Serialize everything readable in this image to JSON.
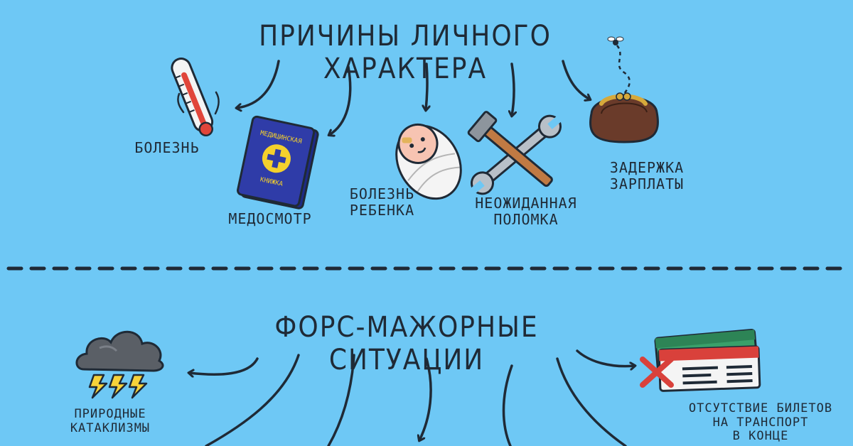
{
  "top": {
    "title": "ПРИЧИНЫ ЛИЧНОГО ХАРАКТЕРА",
    "items": [
      {
        "label": "БОЛЕЗНЬ"
      },
      {
        "label": "МЕДОСМОТР"
      },
      {
        "label": "БОЛЕЗНЬ\nРЕБЕНКА"
      },
      {
        "label": "НЕОЖИДАННАЯ\nПОЛОМКА"
      },
      {
        "label": "ЗАДЕРЖКА\nЗАРПЛАТЫ"
      }
    ],
    "book_text": "МЕДИЦИНСКАЯ\nКНИЖКА"
  },
  "bottom": {
    "title": "ФОРС-МАЖОРНЫЕ СИТУАЦИИ",
    "items": [
      {
        "label": "ПРИРОДНЫЕ\nКАТАКЛИЗМЫ"
      },
      {
        "label": "ОТСУТСТВИЕ БИЛЕТОВ\nНА ТРАНСПОРТ\nВ КОНЦЕ"
      }
    ]
  },
  "colors": {
    "background": "#6ec8f5",
    "ink": "#1f2a36",
    "thermometer_red": "#e0453a",
    "book_blue": "#2f3ca8",
    "cross_yellow": "#f4d02c",
    "purse_brown": "#6a3b2a",
    "ticket_red": "#d9413b",
    "ticket_green": "#3aa06a",
    "cloud_gray": "#5a5f66",
    "lightning_yellow": "#f6d23a"
  }
}
